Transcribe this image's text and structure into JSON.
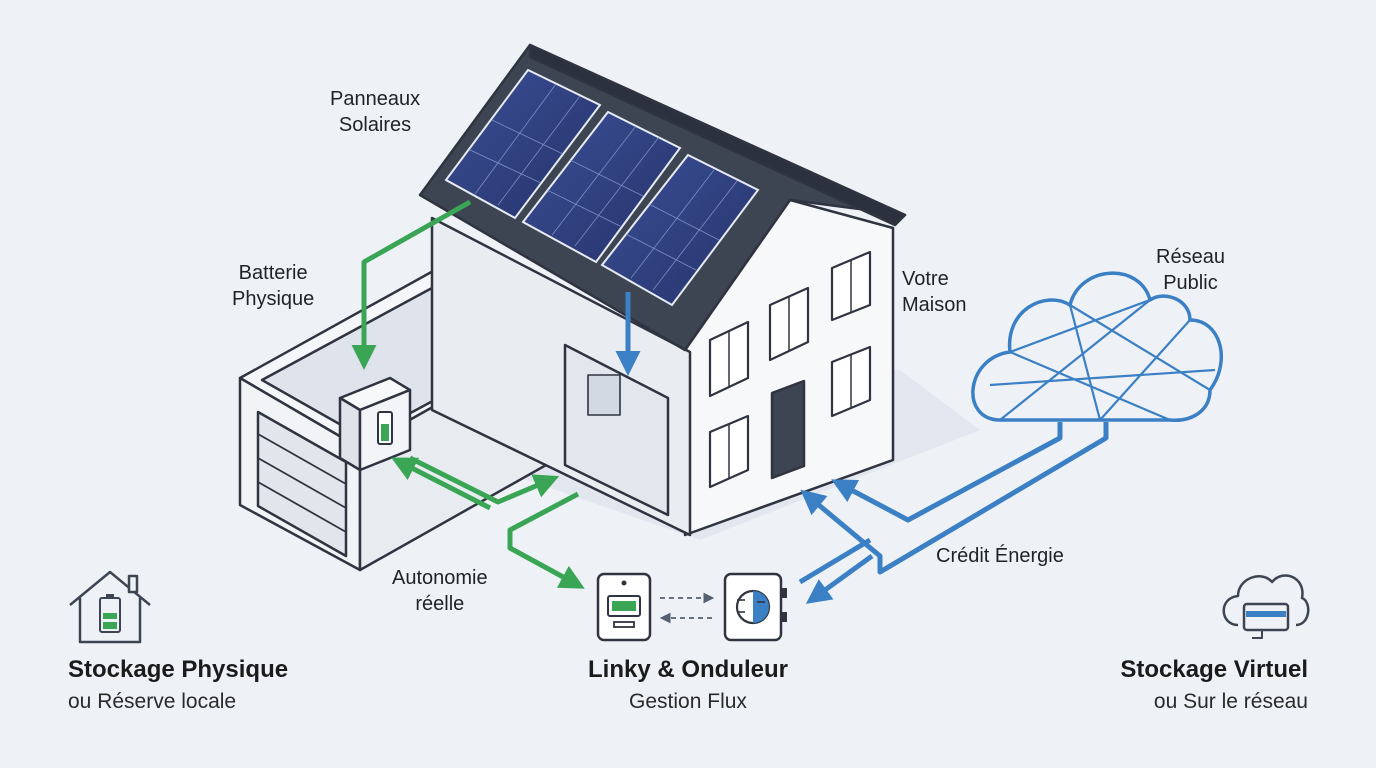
{
  "labels": {
    "solar_panels": [
      "Panneaux",
      "Solaires"
    ],
    "battery": [
      "Batterie",
      "Physique"
    ],
    "house": [
      "Votre",
      "Maison"
    ],
    "grid": [
      "Réseau",
      "Public"
    ],
    "autonomy": [
      "Autonomie",
      "réelle"
    ],
    "credit": "Crédit Énergie"
  },
  "legend": {
    "physical": {
      "title": "Stockage Physique",
      "subtitle": "ou Réserve locale",
      "icon": "house-battery-icon"
    },
    "meter": {
      "title": "Linky & Onduleur",
      "subtitle": "Gestion Flux",
      "icon": "meter-inverter-icon"
    },
    "virtual": {
      "title": "Stockage Virtuel",
      "subtitle": "ou Sur le réseau",
      "icon": "cloud-card-icon"
    }
  },
  "colors": {
    "background": "#eef2f7",
    "green_flow": "#3aa655",
    "blue_flow": "#3b7fc4",
    "roof": "#3d4552",
    "panel": "#2e3f7a",
    "outline": "#2f3440"
  }
}
